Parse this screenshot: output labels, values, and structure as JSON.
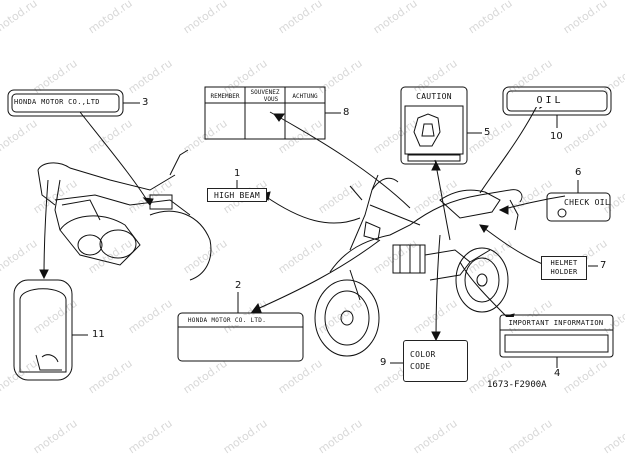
{
  "watermark": "motod.ru",
  "drawing_code": "1673-F2900A",
  "labels": {
    "l1": {
      "text": "HIGH BEAM",
      "number": "1"
    },
    "l2": {
      "text": "HONDA MOTOR CO. LTD.",
      "number": "2"
    },
    "l3": {
      "text": "HONDA MOTOR CO.,LTD",
      "number": "3"
    },
    "l4": {
      "text": "IMPORTANT INFORMATION",
      "number": "4"
    },
    "l5": {
      "text": "CAUTION",
      "number": "5"
    },
    "l6": {
      "text": "CHECK OIL",
      "number": "6"
    },
    "l7": {
      "line1": "HELMET",
      "line2": "HOLDER",
      "number": "7"
    },
    "l8": {
      "col1": "REMEMBER",
      "col2a": "SOUVENEZ",
      "col2b": "VOUS",
      "col3": "ACHTUNG",
      "number": "8"
    },
    "l9": {
      "line1": "COLOR",
      "line2": "CODE",
      "number": "9"
    },
    "l10": {
      "text": "OIL",
      "number": "10"
    },
    "l11": {
      "number": "11"
    }
  },
  "colors": {
    "line": "#111111",
    "watermark": "#d8d8d8"
  }
}
